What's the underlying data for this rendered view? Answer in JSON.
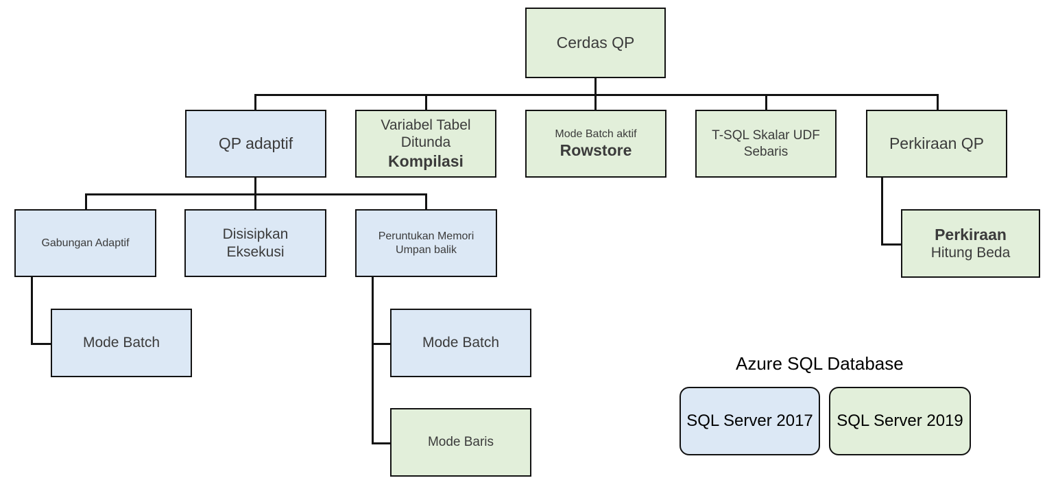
{
  "diagram": {
    "title_node": {
      "label": "Cerdas QP"
    },
    "level2": [
      {
        "id": "qp-adaptif",
        "l1": "QP adaptif",
        "l2": ""
      },
      {
        "id": "variabel-tabel",
        "l1": "Variabel Tabel",
        "l1b": "Ditunda",
        "l2": "Kompilasi"
      },
      {
        "id": "mode-batch-rowstore",
        "l1": "Mode Batch aktif",
        "l2": "Rowstore"
      },
      {
        "id": "tsql-skalar-udf",
        "l1": "T-SQL Skalar UDF",
        "l2": "Sebaris"
      },
      {
        "id": "perkiraan-qp",
        "l1": "Perkiraan QP",
        "l2": ""
      }
    ],
    "level3": [
      {
        "id": "gabungan-adaptif",
        "l1": "Gabungan Adaptif",
        "l2": ""
      },
      {
        "id": "disisipkan-eksekusi",
        "l1": "Disisipkan",
        "l2": "Eksekusi"
      },
      {
        "id": "peruntukan-memori",
        "l1": "Peruntukan Memori",
        "l2": "Umpan balik"
      }
    ],
    "level4": [
      {
        "id": "mode-batch-left",
        "l1": "Mode Batch"
      },
      {
        "id": "mode-batch-mid",
        "l1": "Mode Batch"
      },
      {
        "id": "mode-baris-mid",
        "l1": "Mode Baris"
      }
    ],
    "perkiraan_child": {
      "l1": "Perkiraan",
      "l2": "Hitung Beda"
    }
  },
  "legend": {
    "title": "Azure SQL Database",
    "items": [
      {
        "label": "SQL Server 2017",
        "color": "#dce8f5"
      },
      {
        "label": "SQL Server 2019",
        "color": "#e2efda"
      }
    ]
  },
  "colors": {
    "blue_fill": "#dce8f5",
    "green_fill": "#e2efda",
    "border": "#121212",
    "text": "#3b3b3b"
  }
}
